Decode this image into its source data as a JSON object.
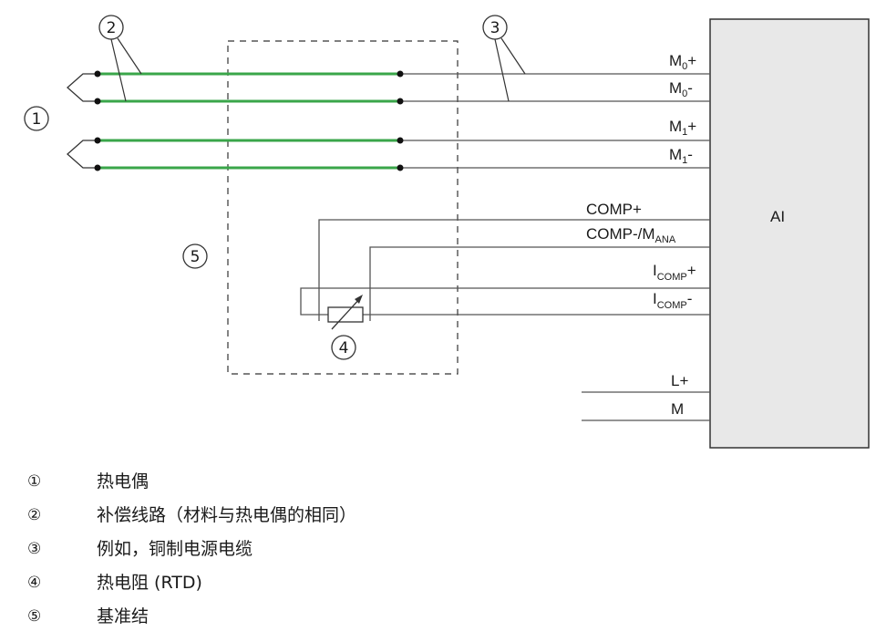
{
  "callouts": {
    "c1": "①",
    "c2": "②",
    "c3": "③",
    "c4": "④",
    "c5": "⑤"
  },
  "module": {
    "label": "AI"
  },
  "terminals": [
    {
      "name": "M",
      "sub": "0",
      "suffix": "+"
    },
    {
      "name": "M",
      "sub": "0",
      "suffix": "-"
    },
    {
      "name": "M",
      "sub": "1",
      "suffix": "+"
    },
    {
      "name": "M",
      "sub": "1",
      "suffix": "-"
    },
    {
      "name": "COMP+",
      "sub": "",
      "suffix": ""
    },
    {
      "name": "COMP-/M",
      "sub": "ANA",
      "suffix": ""
    },
    {
      "name": "I",
      "sub": "COMP",
      "suffix": "+"
    },
    {
      "name": "I",
      "sub": "COMP",
      "suffix": "-"
    },
    {
      "name": "L+",
      "sub": "",
      "suffix": ""
    },
    {
      "name": "M",
      "sub": "",
      "suffix": ""
    }
  ],
  "colors": {
    "compensating_wire": "#3aa64a",
    "copper_wire": "#555555",
    "module_fill": "#e8e8e8",
    "module_border": "#333333"
  },
  "legend": [
    {
      "num": "①",
      "text": "热电偶"
    },
    {
      "num": "②",
      "text": "补偿线路（材料与热电偶的相同）"
    },
    {
      "num": "③",
      "text": "例如，铜制电源电缆"
    },
    {
      "num": "④",
      "text": "热电阻 (RTD)"
    },
    {
      "num": "⑤",
      "text": "基准结"
    }
  ]
}
